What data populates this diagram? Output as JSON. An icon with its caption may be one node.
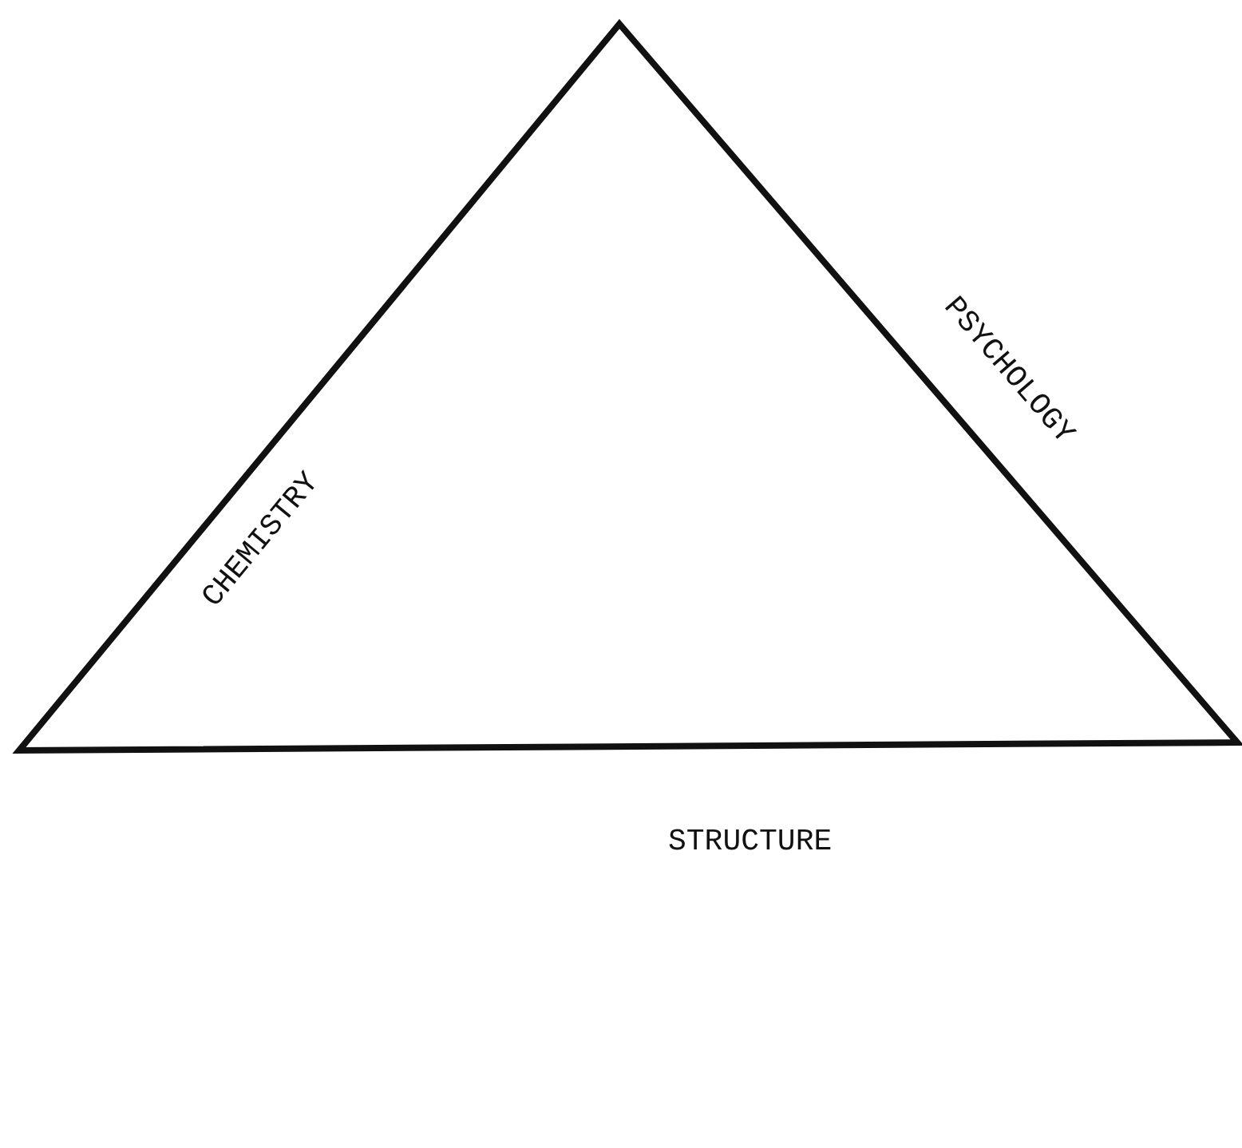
{
  "diagram": {
    "labels": [
      "CHEMISTRY",
      "PSYCHOLOGY",
      "STRUCTURE"
    ]
  }
}
